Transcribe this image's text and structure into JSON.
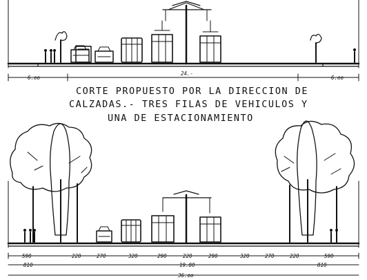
{
  "top_section": {
    "dimensions": [
      "6.oo",
      "24.-",
      "6.oo"
    ]
  },
  "caption": {
    "line1": "CORTE PROPUESTO POR LA DIRECCION DE",
    "line2": "CALZADAS.- TRES FILAS DE VEHICULOS Y",
    "line3": "UNA DE ESTACIONAMIENTO"
  },
  "bottom_section": {
    "dimensions_row1": [
      "590",
      "220",
      "270",
      "320",
      "290",
      "220",
      "290",
      "320",
      "270",
      "220",
      "590"
    ],
    "dimensions_row2": [
      "810",
      "19.80",
      "810"
    ],
    "dimensions_row3": [
      "36.oo"
    ]
  }
}
